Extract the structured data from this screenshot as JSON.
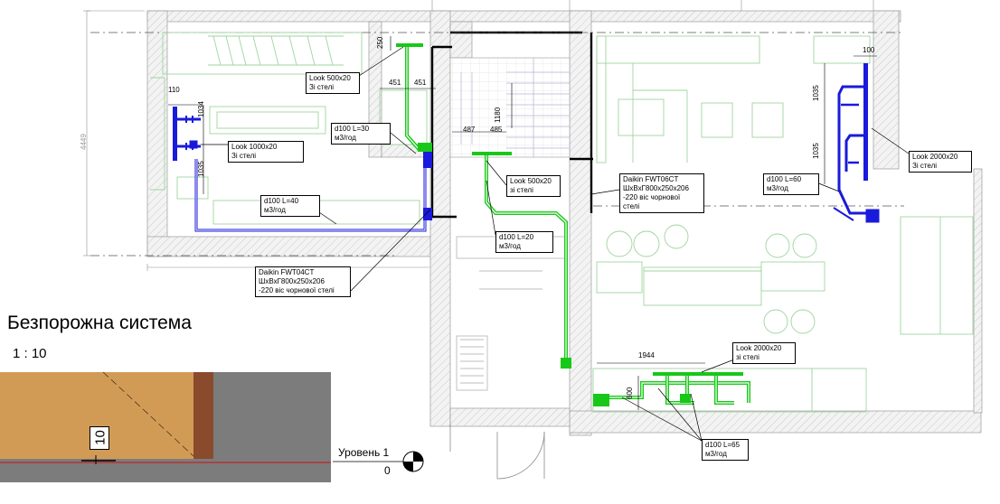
{
  "title": "Безпорожна система",
  "scale": "1 : 10",
  "level_label": "Уровень 1",
  "level_value": "0",
  "detail_dimension": "10",
  "labels": {
    "look_500_top": [
      "Look  500x20",
      "Зі стелі"
    ],
    "look_1000": [
      "Look  1000x20",
      "Зі стелі"
    ],
    "d100_30": [
      "d100 L=30",
      "м3/год"
    ],
    "d100_40": [
      "d100 L=40",
      "м3/год"
    ],
    "daikin_04": [
      "Daikin FWT04CT",
      "ШхВхГ800x250x206",
      "-220 віс чорнової стелі"
    ],
    "look_500_mid": [
      "Look  500x20",
      "зі стелі"
    ],
    "d100_20": [
      "d100 L=20",
      "м3/год"
    ],
    "daikin_06": [
      "Daikin FWT06CT",
      "ШхВхГ800x250x206",
      "-220 віс чорнової",
      "стелі"
    ],
    "d100_60": [
      "d100 L=60",
      "м3/год"
    ],
    "look_2000_right": [
      "Look  2000x20",
      "Зі стелі"
    ],
    "look_2000_bottom": [
      "Look  2000x20",
      "зі стелі"
    ],
    "d100_65": [
      "d100 L=65",
      "м3/год"
    ]
  },
  "dims": {
    "d_4449": "4449",
    "d_110": "110",
    "d_1034": "1034",
    "d_1035_left": "1035",
    "d_250": "250",
    "d_451a": "451",
    "d_451b": "451",
    "d_1180": "1180",
    "d_487": "487",
    "d_485": "485",
    "d_100": "100",
    "d_1035_r1": "1035",
    "d_1035_r2": "1035",
    "d_1944": "1944",
    "d_600": "600"
  },
  "colors": {
    "duct_blue": "#1a1adc",
    "duct_green": "#18c818",
    "furniture_green": "#9fd49f",
    "wall_hatch": "#bdbdbd",
    "detail_wood": "#d29b55",
    "detail_brick": "#8a4a2c",
    "detail_concrete": "#7c7c7c"
  }
}
